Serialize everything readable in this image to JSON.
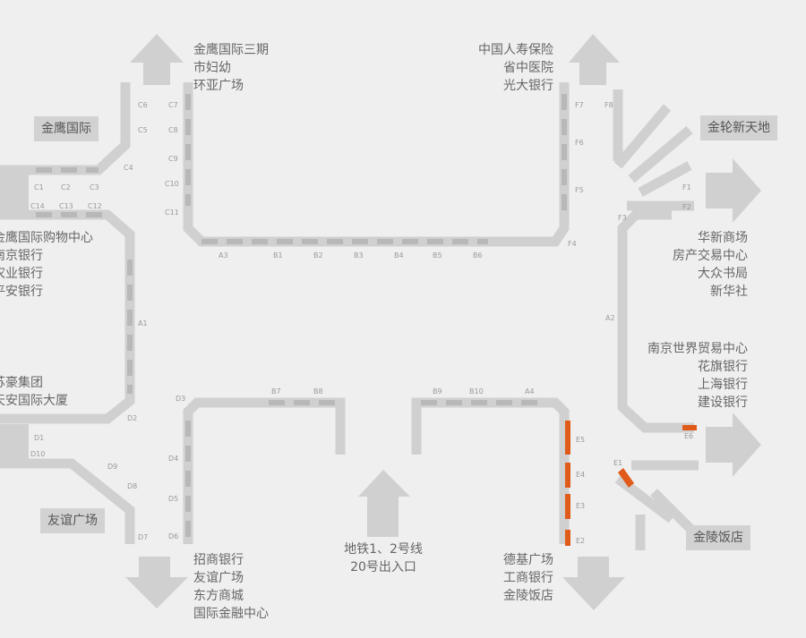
{
  "places": {
    "nw": [
      "金鹰国际三期",
      "市妇幼",
      "环亚广场"
    ],
    "ne": [
      "中国人寿保险",
      "省中医院",
      "光大银行"
    ],
    "w1": [
      "金鹰国际购物中心",
      "南京银行",
      "农业银行",
      "平安银行"
    ],
    "w2": [
      "苏豪集团",
      "天安国际大厦"
    ],
    "e1": [
      "华新商场",
      "房产交易中心",
      "大众书局",
      "新华社"
    ],
    "e2": [
      "南京世界贸易中心",
      "花旗银行",
      "上海银行",
      "建设银行"
    ],
    "sw": [
      "招商银行",
      "友谊广场",
      "东方商城",
      "国际金融中心"
    ],
    "center": [
      "地铁1、2号线",
      "20号出入口"
    ],
    "se": [
      "德基广场",
      "工商银行",
      "金陵饭店"
    ]
  },
  "landmarks": {
    "jinying": "金鹰国际",
    "jinlun": "金轮新天地",
    "youyi": "友谊广场",
    "jinling": "金陵饭店"
  },
  "gates": {
    "A1": "A1",
    "A2": "A2",
    "A3": "A3",
    "A4": "A4",
    "B1": "B1",
    "B2": "B2",
    "B3": "B3",
    "B4": "B4",
    "B5": "B5",
    "B6": "B6",
    "B7": "B7",
    "B8": "B8",
    "B9": "B9",
    "B10": "B10",
    "C1": "C1",
    "C2": "C2",
    "C3": "C3",
    "C4": "C4",
    "C5": "C5",
    "C6": "C6",
    "C7": "C7",
    "C8": "C8",
    "C9": "C9",
    "C10": "C10",
    "C11": "C11",
    "C12": "C12",
    "C13": "C13",
    "C14": "C14",
    "D1": "D1",
    "D2": "D2",
    "D3": "D3",
    "D4": "D4",
    "D5": "D5",
    "D6": "D6",
    "D7": "D7",
    "D8": "D8",
    "D9": "D9",
    "D10": "D10",
    "E1": "E1",
    "E2": "E2",
    "E3": "E3",
    "E4": "E4",
    "E5": "E5",
    "E6": "E6",
    "F1": "F1",
    "F2": "F2",
    "F3": "F3",
    "F4": "F4",
    "F5": "F5",
    "F6": "F6",
    "F7": "F7",
    "F8": "F8"
  },
  "colors": {
    "corridor": "#d0d0d0",
    "dash": "#b5b5b5",
    "arrow": "#d0d0d0",
    "exit_highlight": "#e05a1a",
    "background": "#efefef"
  }
}
